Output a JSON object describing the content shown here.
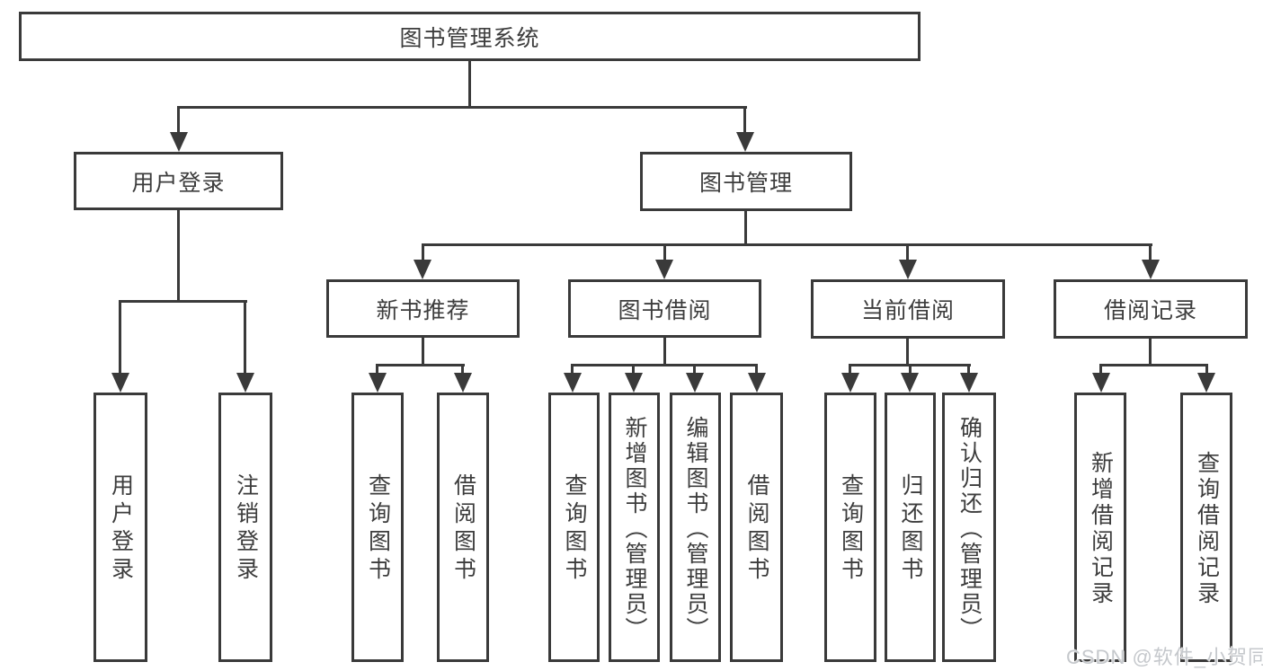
{
  "diagram": {
    "root_label": "图书管理系统",
    "level2": [
      "用户登录",
      "图书管理"
    ],
    "level3": [
      "新书推荐",
      "图书借阅",
      "当前借阅",
      "借阅记录"
    ],
    "leaves": {
      "user_login": [
        "用户登录",
        "注销登录"
      ],
      "new_book_recommend": [
        "查询图书",
        "借阅图书"
      ],
      "book_borrow": [
        "查询图书",
        "新增图书（管理员）",
        "编辑图书（管理员）",
        "借阅图书"
      ],
      "current_borrow": [
        "查询图书",
        "归还图书",
        "确认归还（管理员）"
      ],
      "borrow_records": [
        "新增借阅记录",
        "查询借阅记录"
      ]
    },
    "colors": {
      "line": "#3a3a3a",
      "text": "#3d3d3d",
      "background": "#ffffff",
      "watermark": "#c5c8cc"
    }
  },
  "watermark": {
    "text": "CSDN @软件_小贺同学"
  }
}
